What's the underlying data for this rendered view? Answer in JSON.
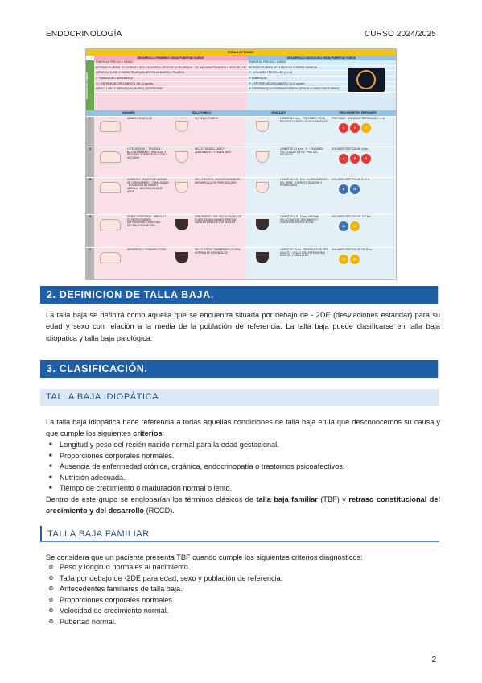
{
  "header": {
    "left": "ENDOCRINOLOGÍA",
    "right": "CURSO 2024/2025"
  },
  "tanner": {
    "title": "ESCALA DE TANNER",
    "fem_header": "DESARROLLO FEMENINO: INICIA PUBERTAD 8 AÑOS",
    "mas_header": "DESARROLLO MASCULINO: INICIA PUBERTAD 9 AÑOS",
    "side_label": "ESTADÍOS DE TANNER",
    "fem_info": [
      "PUBERTAD PRECOZ < 8 AÑOS",
      "RETRASO PUBERAL Ø  >13 AÑOS o SI A LOS 5 AÑOS LUEGO DE LA TELARQUIA ↓ NO HAY MENSTRUACIÓN LUEGO DE LOS 16 AÑOS",
      "LAPSO: 2-2.5 AÑO   1º SIGNO TELARQUIA (BOTÓN MAMARIO) > TELARCA",
      "2º PUBARQUIA > ADRENARCA",
      "3º = ESTIRÓN DE CRECIMIENTO: 8M-10 cm/año",
      "LAPSO: 1 AÑO   4º MENARQUIA (MUJER) > ESTRÓGENO"
    ],
    "mas_info": [
      "PUBERTAD PRECOZ < 9 AÑOS",
      "RETRASO PUBERAL Ø  14 AÑOS NO HUBIERA CAMBIOS",
      "1º ↑ VOLUMEN TESTICULAR (> 4 cc)",
      "2º PUBARQUIA",
      "3º = ESTIRÓN DE CRECIMIENTO   10-12 cm/año",
      "4º ESPERMARQUIA   ESPERMA EN ORINA (EYACULACIONES NOCTURNAS)"
    ],
    "col_headers": [
      "MAMARIO",
      "VELLO PÚBICO",
      "GENITALES",
      "ORQUIDÓMETRO DE PRADER"
    ],
    "stages": [
      {
        "num": "I",
        "mam": "MAMAS INFANTILES",
        "vello": "NO VELLO PÚBICO",
        "gen": "LONGITUD <3cm · PREPUBER: PENE, ESCROTO Y TESTÍCULOS INFANTILES",
        "vol": "PREPUBER · VOLUMEN TESTICULAR < 4 cc",
        "circles": [
          "1",
          "2",
          "3"
        ],
        "colors": [
          "#e53935",
          "#e53935",
          "#f4b400"
        ]
      },
      {
        "num": "II",
        "mam": "1º TELARQUIA ↔ TELARCA · BOTÓN MAMARIO · AREOLAS Y PEZONES SOBRESALEN COMO UN CONO",
        "vello": "VELLO ESCASO, LACIO Y LIGERAMENTE PIGMENTADO",
        "gen": "LONGITUD ≤3.5 cm · 1º ↑ VOLUMEN TESTICULAR (>4 cc) · PIEL DEL ESCROTO",
        "vol": "VOLUMEN TESTICULAR 4-8cc",
        "circles": [
          "4",
          "5",
          "6"
        ],
        "colors": [
          "#e53935",
          "#e53935",
          "#e53935"
        ]
      },
      {
        "num": "III",
        "mam": "AUMENTO: VELOCIDAD MÁXIMA DE CRECIMIENTO · CONO DOBLE · ELEVACIÓN DE MAMA Y AREOLA · MENARQUIA 12-13 AÑOS",
        "vello": "VELLO RIZADO, AÚN ESCASAMENTE DESARROLLADO, PERO OSCURO",
        "gen": "LONGITUD 5-9 - 6cm · ALARGAMIENTO DEL PENE · ESCROTO RUGOSO Y PIGMENTADO",
        "vol": "VOLUMEN TESTICULAR 8-10 cc",
        "circles": [
          "8",
          "10"
        ],
        "colors": [
          "#3f6fb5",
          "#3f6fb5"
        ]
      },
      {
        "num": "IV",
        "mam": "DOBLE CONTORNO · AREOLA Y EL PEZÓN PUEDEN DISTINGUIRSE COMO UNA SEGUNDA ELEVACIÓN",
        "vello": "CRECIMIENTO DEL VELLO HACIA LOS PLIEGUES INGUINALES, PERO NO CARA INTERNA DE LOS MUSLOS",
        "gen": "LONGITUD 6-9 - 10cm · MÁXIMA VELOCIDAD DE CRECIMIENTO · PIGMENTACIÓN ESCROTAL",
        "vol": "VOLUMEN TESTICULAR 12-15cc",
        "circles": [
          "12",
          "15"
        ],
        "colors": [
          "#3f6fb5",
          "#f4b400"
        ]
      },
      {
        "num": "V",
        "mam": "DESARROLLO MAMARIO TOTAL",
        "vello": "VELLO CRECE TAMBIÉN EN LA CARA INTERNA DE LOS MUSLOS",
        "gen": "LONGITUD 13 cm · GENITALES DE TIPO ADULTO · VELLO CON EXTENSIÓN A MUSLOS Y LÍNEA ALBA",
        "vol": "VOLUMEN TESTICULAR DE 20 cc",
        "circles": [
          "20",
          "25"
        ],
        "colors": [
          "#f4b400",
          "#f4b400"
        ]
      }
    ]
  },
  "section2": {
    "title": "2. DEFINICION DE TALLA BAJA.",
    "paragraph": "La talla baja se definirá como aquella que se encuentra situada por debajo de - 2DE (desviaciones estándar) para su edad y sexo con relación a la media de la población de referencia. La talla baja puede clasificarse en talla baja idiopática y talla baja patológica."
  },
  "section3": {
    "title": "3. CLASIFICACIÓN.",
    "sub1_title": "TALLA BAJA IDIOPÁTICA",
    "sub1_intro_a": "La talla baja idiopática hace referencia a todas aquellas condiciones de talla baja en la que desconocemos su causa y que cumple los siguientes ",
    "sub1_intro_b": "criterios",
    "sub1_intro_c": ":",
    "sub1_items": [
      "Longitud y peso del recién nacido normal para la edad gestacional.",
      "Proporciones corporales normales.",
      "Ausencia de enfermedad crónica, orgánica, endocrinopatía o trastornos psicoafectivos.",
      "Nutrición adecuada.",
      "Tiempo de crecimiento o maduración normal o lento."
    ],
    "sub1_closing": [
      {
        "text": "Dentro de este grupo se englobarían los términos clásicos de ",
        "bold": false
      },
      {
        "text": "talla baja familiar",
        "bold": true
      },
      {
        "text": " (TBF) y ",
        "bold": false
      },
      {
        "text": "retraso constitucional del crecimiento y del desarrollo",
        "bold": true
      },
      {
        "text": " (RCCD).",
        "bold": false
      }
    ],
    "sub2_title": "TALLA BAJA FAMILIAR",
    "sub2_intro": "Se considera que un paciente presenta TBF cuando cumple los siguientes criterios diagnósticos:",
    "sub2_items": [
      "Peso y longitud normales al nacimiento.",
      "Talla por debajo de -2DE para edad, sexo y población de referencia.",
      "Antecedentes familiares de talla baja.",
      "Proporciones corporales normales.",
      "Velocidad de crecimiento normal.",
      "Pubertad normal."
    ]
  },
  "page_number": "2"
}
